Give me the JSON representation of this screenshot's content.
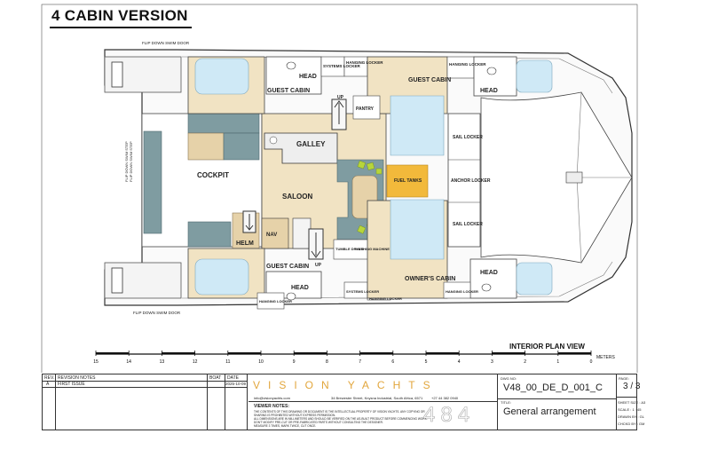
{
  "title": "4 CABIN VERSION",
  "plan_title": "INTERIOR PLAN VIEW",
  "scale": {
    "ticks": [
      "15",
      "14",
      "13",
      "12",
      "11",
      "10",
      "9",
      "8",
      "7",
      "6",
      "5",
      "4",
      "3",
      "2",
      "1",
      "0"
    ],
    "unit": "METERS"
  },
  "rooms": {
    "guest_cabin_port_aft": "GUEST CABIN",
    "head_port_aft": "HEAD",
    "systems_locker_port": "SYSTEMS LOCKER",
    "hanging_locker_port": "HANGING LOCKER",
    "guest_cabin_port_fwd": "GUEST CABIN",
    "hanging_locker_port_fwd": "HANGING LOCKER",
    "head_port_fwd": "HEAD",
    "pantry": "PANTRY",
    "up_port": "UP",
    "galley": "GALLEY",
    "saloon": "SALOON",
    "cockpit": "COCKPIT",
    "helm": "HELM",
    "nav": "NAV",
    "fuel_tanks": "FUEL TANKS",
    "sail_locker_1": "SAIL LOCKER",
    "anchor_locker": "ANCHOR LOCKER",
    "sail_locker_2": "SAIL LOCKER",
    "guest_cabin_stbd": "GUEST CABIN",
    "head_stbd_aft": "HEAD",
    "up_stbd": "UP",
    "tumble_dryer": "TUMBLE DRYER",
    "washing_machine": "WASHING MACHINE",
    "owners_cabin": "OWNER'S CABIN",
    "head_stbd_fwd": "HEAD",
    "hanging_locker_stbd_aft": "HANGING LOCKER",
    "systems_locker_stbd": "SYSTEMS LOCKER",
    "hanging_locker_stbd": "HANGING LOCKER",
    "hanging_locker_stbd_fwd": "HANGING LOCKER",
    "flip_door_top": "FLIP DOWN SWIM DOOR",
    "flip_door_bottom": "FLIP DOWN SWIM DOOR",
    "flip_step_1": "FLIP DOWN SWIM STEP",
    "flip_step_2": "FLIP DOWN SWIM STEP"
  },
  "titleblock": {
    "rev_header": "REV.",
    "notes_header": "REVISION NOTES",
    "boat_header": "BOAT",
    "date_header": "DATE",
    "rev": "A",
    "note": "FIRST ISSUE",
    "date": "2025-10-09",
    "brand": "VISION YACHTS",
    "email": "info@visionyachts.com",
    "address": "34 Brewester Street, Knysna Industrial, South Africa, 6571",
    "phone": "+27 44 382 0940",
    "viewer_notes_title": "VIEWER NOTES:",
    "viewer_notes": [
      "THE CONTENTS OF THIS DRAWING OR DOCUMENT IS THE INTELLECTUAL PROPERTY OF VISION YACHTS. ANY COPYING OR",
      "SHARING IS PROHIBITED WITHOUT EXPRESS PERMISSION.",
      "ALL DIMENSIONS ARE IN MILLIMETERS AND SHOULD BE VERIFIED ON THE AS-BUILT PRODUCT BEFORE COMMENCING WORK.",
      "DON'T MODIFY PRE-CUT OR PRE-FABRICATED PARTS WITHOUT CONSULTING THE DESIGNER.",
      "MEASURE 3 TIMES, MARK TWICE, CUT ONCE."
    ],
    "model": "484",
    "dwg_no_label": "DWG NO:",
    "dwg_no": "V48_00_DE_D_001_C",
    "title_label": "TITLE:",
    "drawing_title": "General arrangement",
    "page_label": "PAGE:",
    "page": "3 / 3",
    "sheet_size": "SHEET SIZE : A3",
    "scale": "SCALE : 1 : 45",
    "drawn_by": "DRAWN BY : GL",
    "checked_by": "CHCKD BY : GM"
  },
  "colors": {
    "cushion": "#7f9ca1",
    "floor": "#e6d2a9",
    "bed": "#cfe9f6",
    "fuel": "#f2b93b",
    "seat": "#b7d53b"
  }
}
